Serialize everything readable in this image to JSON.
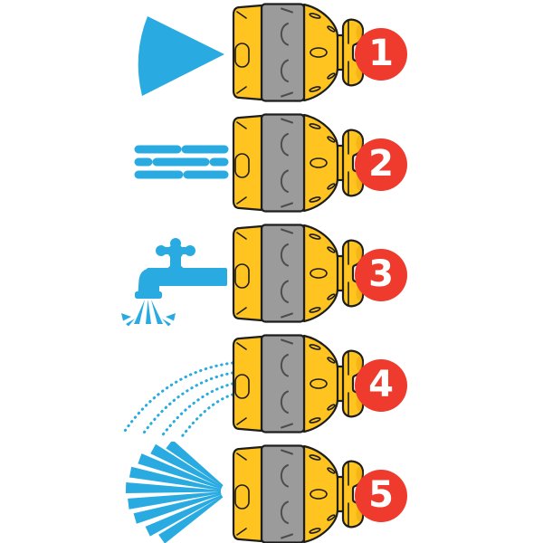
{
  "diagram": {
    "title": "hose-nozzle-spray-settings",
    "colors": {
      "blue": "#29ABE2",
      "yellow": "#FFC420",
      "yellow_dark": "#F0A80C",
      "gray": "#9B9B9B",
      "gray_dark": "#4D4D4D",
      "outline": "#1D1D1B",
      "red": "#EE3B2E",
      "badge_text": "#FFFFFF"
    }
  },
  "rows": [
    {
      "number": "1",
      "icon": "cone-spray-icon"
    },
    {
      "number": "2",
      "icon": "jet-stream-icon"
    },
    {
      "number": "3",
      "icon": "tap-flow-icon"
    },
    {
      "number": "4",
      "icon": "shower-arc-icon"
    },
    {
      "number": "5",
      "icon": "mist-fan-icon"
    }
  ]
}
